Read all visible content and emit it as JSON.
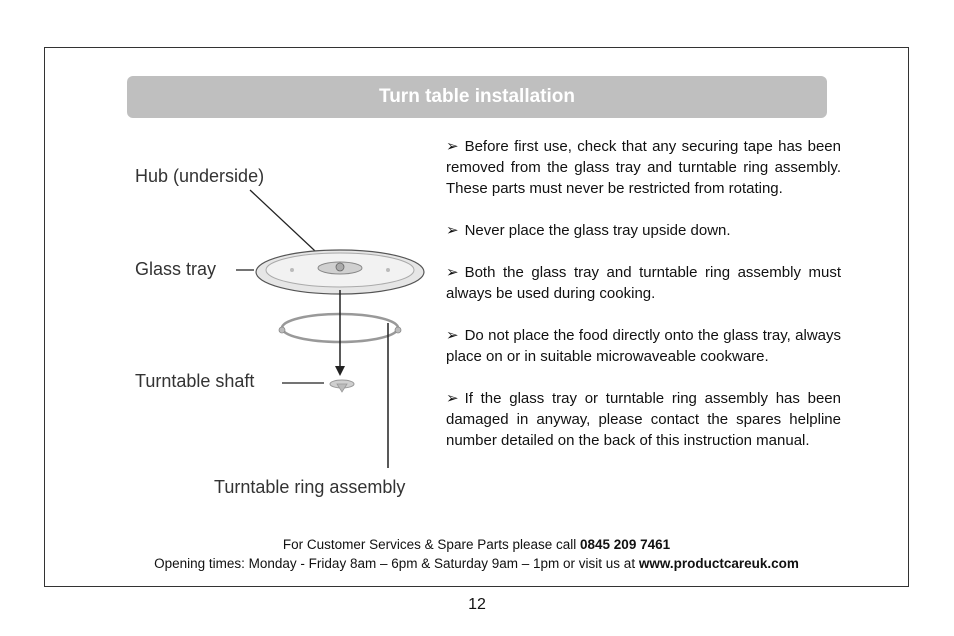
{
  "banner": {
    "title": "Turn table installation"
  },
  "diagram": {
    "labels": {
      "hub": "Hub (underside)",
      "glass_tray": "Glass tray",
      "shaft": "Turntable shaft",
      "ring": "Turntable ring assembly"
    }
  },
  "bullets": {
    "arrow": "➢",
    "items": [
      "Before first use, check that any securing tape has been removed from the glass tray and turntable ring assembly. These parts must never be restricted from rotating.",
      "Never place the glass tray upside down.",
      "Both the glass tray and turntable ring assembly must always be used during cooking.",
      "Do not place the food directly onto the glass tray, always place on or in suitable microwaveable cookware.",
      "If the glass tray or turntable ring assembly has been damaged in  anyway, please contact the spares helpline number detailed on the back of this instruction manual."
    ]
  },
  "footer": {
    "line1_text": "For Customer Services & Spare Parts please call ",
    "phone": "0845 209 7461",
    "line2_text": "Opening times: Monday - Friday  8am – 6pm & Saturday 9am – 1pm or visit us at ",
    "website": "www.productcareuk.com"
  },
  "page": {
    "number": "12"
  }
}
